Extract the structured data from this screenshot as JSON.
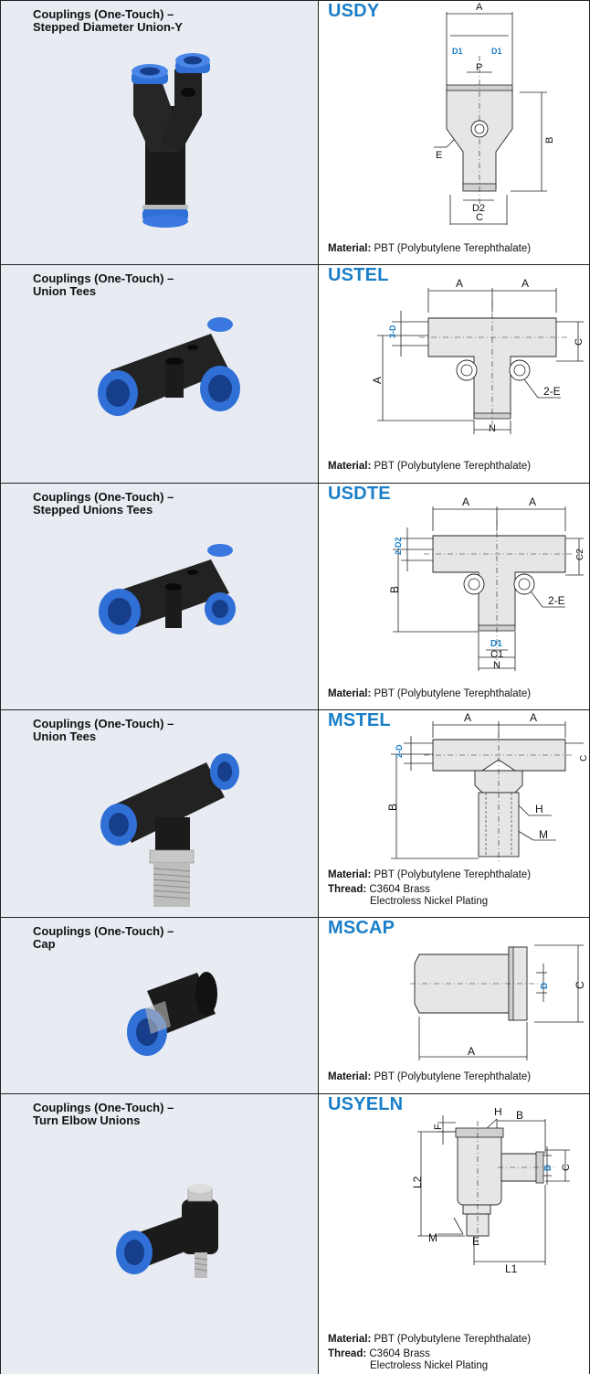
{
  "rows": [
    {
      "title": "Couplings (One-Touch) –\nStepped Diameter Union-Y",
      "code": "USDY",
      "material_label": "Material:",
      "material_value": "PBT (Polybutylene Terephthalate)",
      "dims": {
        "a": "A",
        "d1": "D1",
        "d1b": "D1",
        "p": "P",
        "b": "B",
        "e": "E",
        "d2": "D2",
        "c": "C"
      }
    },
    {
      "title": "Couplings (One-Touch) –\nUnion Tees",
      "code": "USTEL",
      "material_label": "Material:",
      "material_value": "PBT (Polybutylene Terephthalate)",
      "dims": {
        "a1": "A",
        "a2": "A",
        "d": "3-D",
        "c": "C",
        "a3": "A",
        "e": "2-E",
        "n": "N"
      }
    },
    {
      "title": "Couplings (One-Touch) –\nStepped Unions Tees",
      "code": "USDTE",
      "material_label": "Material:",
      "material_value": "PBT (Polybutylene Terephthalate)",
      "dims": {
        "a1": "A",
        "a2": "A",
        "d2": "2-D2",
        "c2": "C2",
        "b": "B",
        "e": "2-E",
        "d1": "D1",
        "c1": "C1",
        "n": "N"
      }
    },
    {
      "title": "Couplings (One-Touch) –\nUnion Tees",
      "code": "MSTEL",
      "material_label": "Material:",
      "material_value": "PBT (Polybutylene Terephthalate)",
      "thread_label": "Thread:",
      "thread_value_1": "C3604 Brass",
      "thread_value_2": "Electroless Nickel Plating",
      "dims": {
        "a1": "A",
        "a2": "A",
        "d": "2-D",
        "c": "C",
        "b": "B",
        "h": "H",
        "m": "M"
      }
    },
    {
      "title": "Couplings (One-Touch) –\nCap",
      "code": "MSCAP",
      "material_label": "Material:",
      "material_value": "PBT (Polybutylene Terephthalate)",
      "dims": {
        "d": "D",
        "c": "C",
        "a": "A"
      }
    },
    {
      "title": "Couplings (One-Touch) –\nTurn Elbow Unions",
      "code": "USYELN",
      "material_label": "Material:",
      "material_value": "PBT (Polybutylene Terephthalate)",
      "thread_label": "Thread:",
      "thread_value_1": "C3604 Brass",
      "thread_value_2": "Electroless Nickel Plating",
      "dims": {
        "f": "F",
        "h": "H",
        "b": "B",
        "l2": "L2",
        "d": "D",
        "c": "C",
        "m": "M",
        "e": "E",
        "l1": "L1"
      }
    }
  ],
  "colors": {
    "accent": "#1a7fc8",
    "panel": "#e8ecf2",
    "fitting_blue": "#2f6fd6",
    "fitting_black": "#1b1b1b",
    "drawing_fill": "#e6e6e6"
  }
}
